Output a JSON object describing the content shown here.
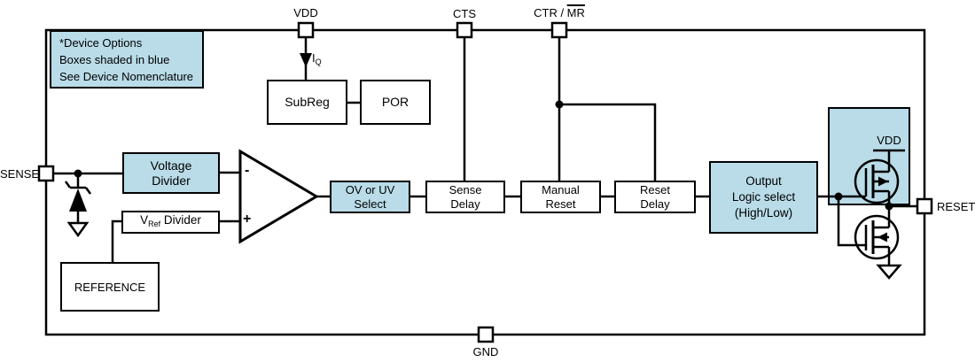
{
  "note": {
    "lines": [
      "*Device Options",
      "Boxes shaded in blue",
      "See Device Nomenclature"
    ]
  },
  "pins": {
    "vdd": "VDD",
    "cts": "CTS",
    "ctr_prefix": "CTR / ",
    "ctr_overline": "MR",
    "sense": "SENSE",
    "gnd": "GND",
    "reset": "RESET"
  },
  "labels": {
    "iq_base": "I",
    "iq_sub": "Q",
    "minus": "-",
    "plus": "+",
    "fet_vdd": "VDD"
  },
  "blocks": {
    "subreg": "SubReg",
    "por": "POR",
    "voltage_divider": [
      "Voltage",
      "Divider"
    ],
    "vref": {
      "base": "V",
      "sub": "Ref",
      "suffix": " Divider"
    },
    "reference": "REFERENCE",
    "ovuv": [
      "OV or UV",
      "Select"
    ],
    "sense_delay": [
      "Sense",
      "Delay"
    ],
    "manual_reset": [
      "Manual",
      "Reset"
    ],
    "reset_delay": [
      "Reset",
      "Delay"
    ],
    "output_logic": [
      "Output",
      "Logic select",
      "(High/Low)"
    ]
  },
  "colors": {
    "shaded_blue": "#b9dce8",
    "line": "#000000",
    "background": "#ffffff"
  }
}
